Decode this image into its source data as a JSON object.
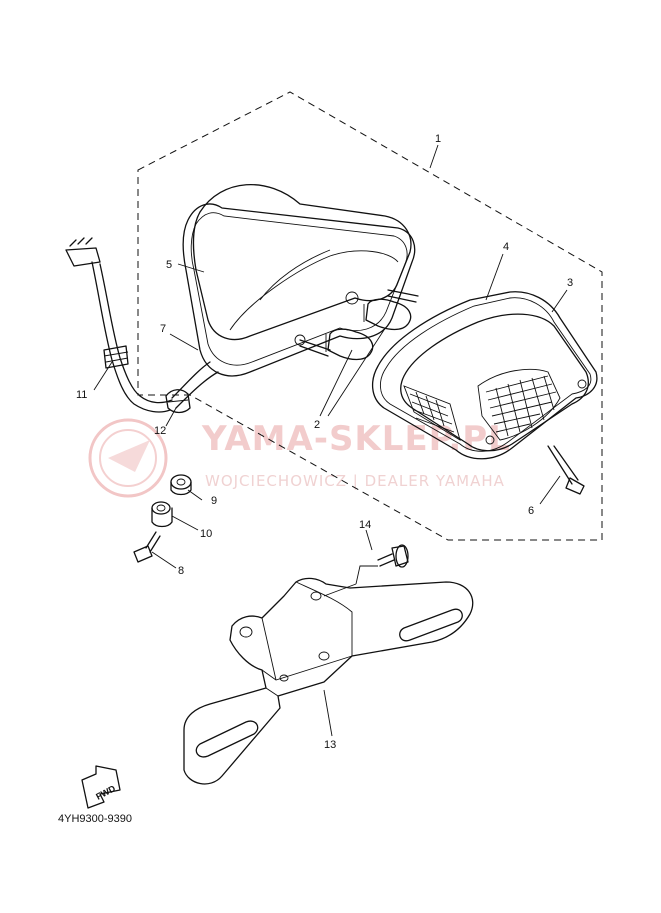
{
  "watermark": {
    "brand": "YAMA-SKLEP.PL",
    "subtitle": "WOJCIECHOWICZ | DEALER YAMAHA"
  },
  "diagram_code": "4YH9300-9390",
  "fwd_label": "FWD",
  "callouts": [
    {
      "id": "1",
      "label": "1"
    },
    {
      "id": "2",
      "label": "2"
    },
    {
      "id": "3",
      "label": "3"
    },
    {
      "id": "4",
      "label": "4"
    },
    {
      "id": "5",
      "label": "5"
    },
    {
      "id": "6",
      "label": "6"
    },
    {
      "id": "7",
      "label": "7"
    },
    {
      "id": "8",
      "label": "8"
    },
    {
      "id": "9",
      "label": "9"
    },
    {
      "id": "10",
      "label": "10"
    },
    {
      "id": "11",
      "label": "11"
    },
    {
      "id": "12",
      "label": "12"
    },
    {
      "id": "13",
      "label": "13"
    },
    {
      "id": "14",
      "label": "14"
    }
  ],
  "colors": {
    "line": "#111111",
    "watermark": "#f2cccc"
  }
}
